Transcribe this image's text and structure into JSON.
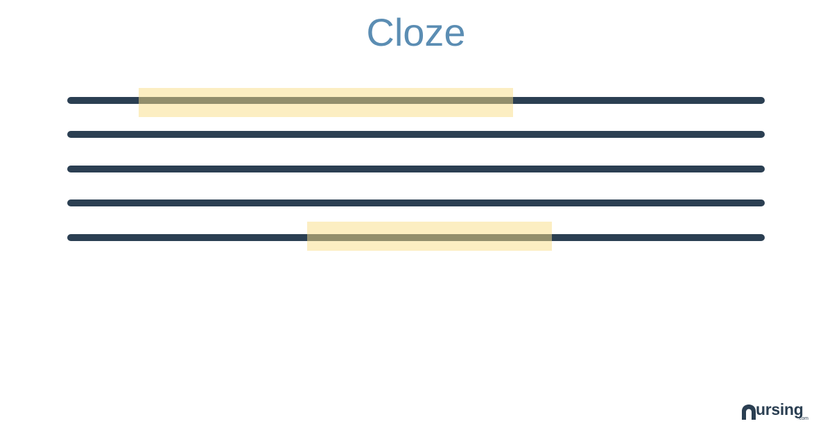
{
  "title": "Cloze",
  "colors": {
    "title": "#5b8db3",
    "line": "#2b3f52",
    "highlight": "#f9dd85",
    "logo": "#2b3f52"
  },
  "logo": {
    "wordmark": "ursing",
    "domain": ".com",
    "mark_icon": "n-arch-icon"
  },
  "illustration": {
    "line_count": 5,
    "highlighted_lines": [
      1,
      5
    ]
  }
}
